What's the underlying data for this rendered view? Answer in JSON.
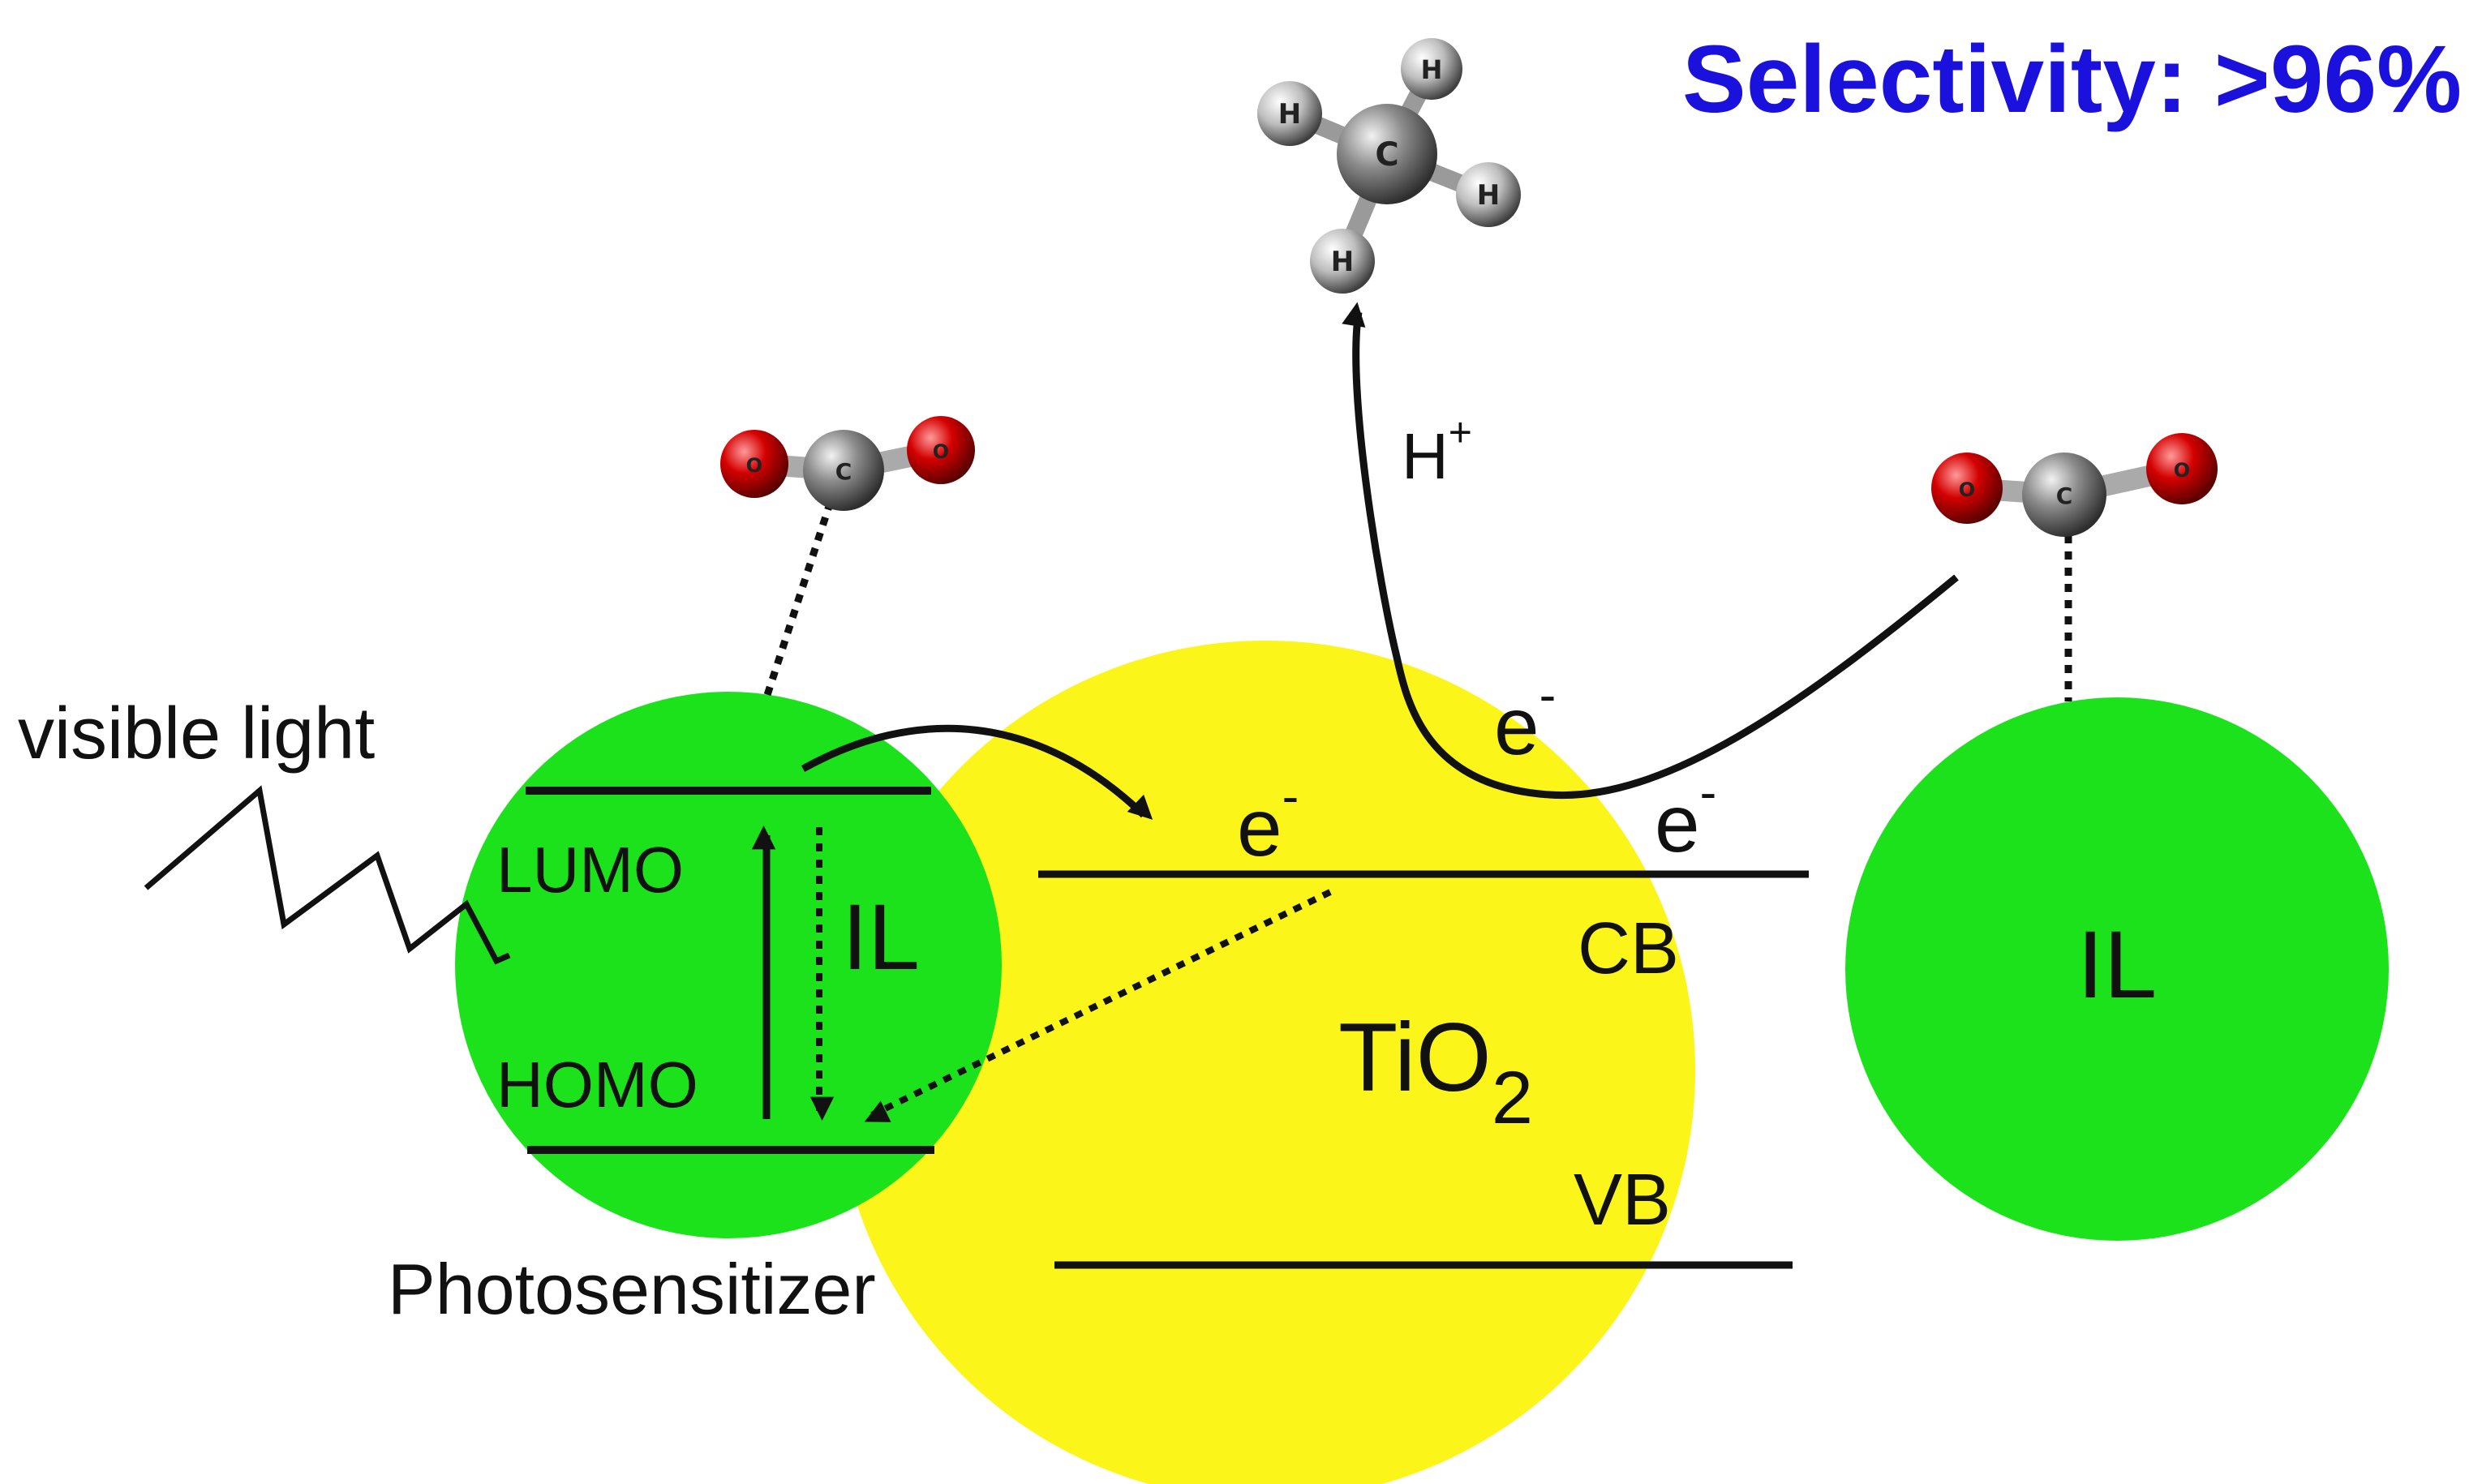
{
  "colors": {
    "il_green": "#1be21b",
    "tio2_yellow": "#fbf51a",
    "selectivity_blue": "#1a12dc",
    "oxygen_red": "#d40000",
    "carbon_grey": "#8c8c8c",
    "hydrogen_grey": "#bdbdbd",
    "line": "#111111"
  },
  "labels": {
    "selectivity": "Selectivity: >96%",
    "visible_light": "visible light",
    "lumo": "LUMO",
    "homo": "HOMO",
    "il_left": "IL",
    "il_right": "IL",
    "photosensitizer": "Photosensitizer",
    "tio2_main": "TiO",
    "tio2_sub": "2",
    "cb": "CB",
    "vb": "VB",
    "electron": "e",
    "electron_charge": "-",
    "proton": "H",
    "proton_charge": "+"
  },
  "molecules": {
    "ch4": {
      "center": "C",
      "ligand": "H"
    },
    "co2_left": {
      "center": "C",
      "ligand": "O"
    },
    "co2_right": {
      "center": "C",
      "ligand": "O"
    }
  },
  "icons": {
    "light": "zigzag-light-icon",
    "ch4": "methane-molecule-icon",
    "co2": "carbon-dioxide-molecule-icon"
  }
}
